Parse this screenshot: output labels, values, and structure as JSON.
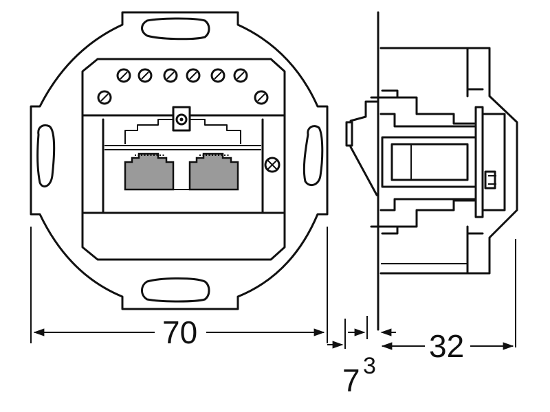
{
  "dimensions": {
    "width_label": "70",
    "mount_main": "7",
    "mount_sup": "3",
    "depth_label": "32"
  },
  "colors": {
    "line": "#111111",
    "port_fill": "#9a9a9a",
    "background": "#ffffff"
  }
}
